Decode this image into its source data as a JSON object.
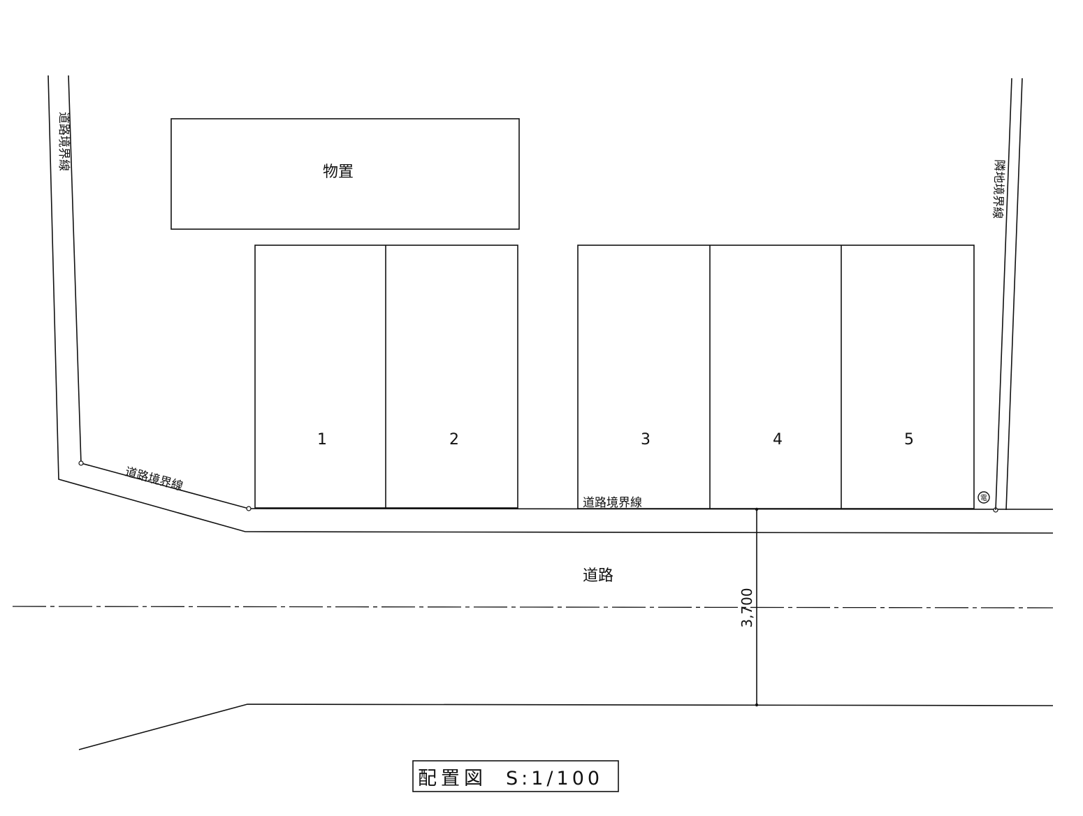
{
  "drawing": {
    "storage_label": "物置",
    "parking_spaces": [
      "1",
      "2",
      "3",
      "4",
      "5"
    ],
    "road_label": "道路",
    "road_boundary_label": "道路境界線",
    "neighbor_boundary_label": "隣地境界線",
    "road_width_dimension": "3,700",
    "utility_pole_symbol": "電",
    "title": "配置図",
    "scale": "S:1/100"
  }
}
